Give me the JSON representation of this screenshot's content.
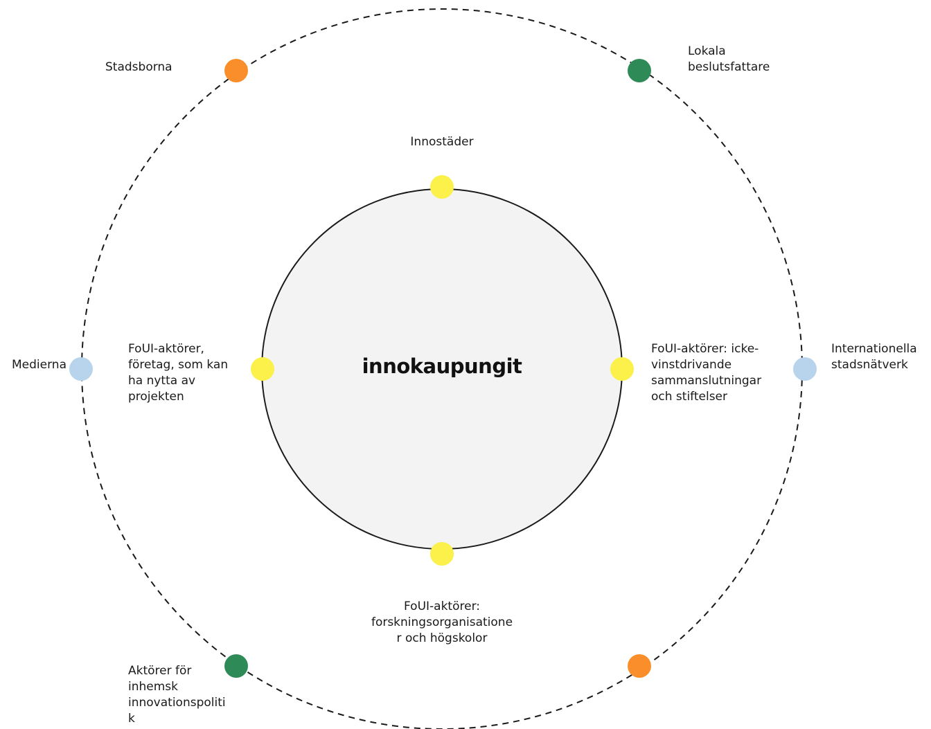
{
  "center_logo": "innokaupungit",
  "labels": {
    "innostader": "Innostäder",
    "stadsborna": "Stadsborna",
    "lokala": "Lokala\nbeslutsfattare",
    "medierna": "Medierna",
    "internationella": "Internationella\nstadsnätverk",
    "foui_foretag": "FoUI-aktörer,\nföretag, som kan\nha nytta av\nprojekten",
    "foui_icke": "FoUI-aktörer: icke-\nvinstdrivande\nsammanslutningar\noch stiftelser",
    "foui_forskning": "FoUI-aktörer:\nforskningsorganisatione\nr och högskolor",
    "aktorer_inhemsk": "Aktörer för\ninhemsk\ninnovationspoliti\nk"
  },
  "colors": {
    "orange": "#F98E2A",
    "green": "#2E8B57",
    "yellow": "#FCF04A",
    "lightblue": "#B8D4EC",
    "inner_fill": "#F2F3F2",
    "stroke": "#1a1a1a"
  }
}
